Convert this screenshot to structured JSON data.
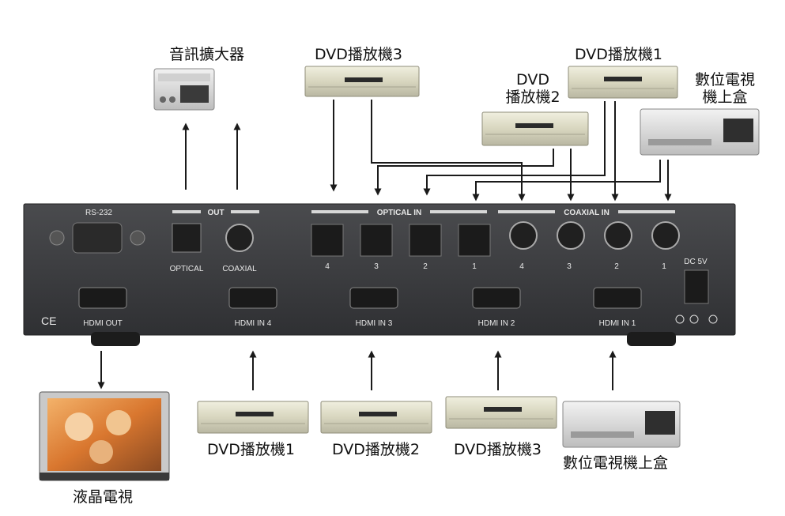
{
  "labels": {
    "amplifier": "音訊擴大器",
    "dvd3_top": "DVD播放機3",
    "dvd1_top": "DVD播放機1",
    "dvd2_top_line1": "DVD",
    "dvd2_top_line2": "播放機2",
    "stb_top_line1": "數位電視",
    "stb_top_line2": "機上盒",
    "dvd1_bottom": "DVD播放機1",
    "dvd2_bottom": "DVD播放機2",
    "dvd3_bottom": "DVD播放機3",
    "stb_bottom": "數位電視機上盒",
    "lcd_tv": "液晶電視"
  },
  "panel": {
    "rs232": "RS-232",
    "out": "OUT",
    "optical": "OPTICAL",
    "coaxial": "COAXIAL",
    "optical_in": "OPTICAL IN",
    "coaxial_in": "COAXIAL IN",
    "dc": "DC 5V",
    "ce": "CE",
    "port_numbers": [
      "4",
      "3",
      "2",
      "1"
    ],
    "hdmi_out": "HDMI OUT",
    "hdmi_in": [
      "HDMI IN 4",
      "HDMI IN 3",
      "HDMI IN 2",
      "HDMI IN 1"
    ]
  },
  "colors": {
    "panel": "#3e3f42",
    "device": "#d9d7c2",
    "arrow": "#1a1a1a"
  }
}
